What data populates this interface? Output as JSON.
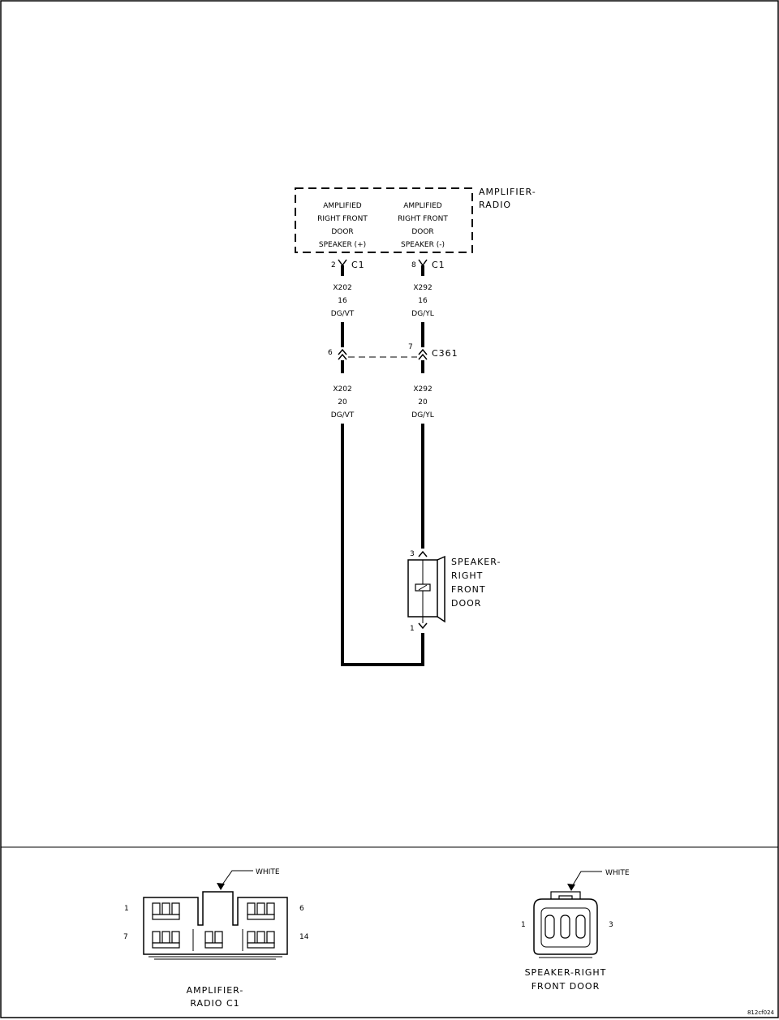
{
  "component": {
    "name_line1": "AMPLIFIER-",
    "name_line2": "RADIO",
    "pin_plus": [
      "AMPLIFIED",
      "RIGHT FRONT",
      "DOOR",
      "SPEAKER (+)"
    ],
    "pin_minus": [
      "AMPLIFIED",
      "RIGHT FRONT",
      "DOOR",
      "SPEAKER (-)"
    ]
  },
  "connector_c1": {
    "name": "C1",
    "pin_left": "2",
    "pin_right": "8"
  },
  "wires_upper": {
    "left": [
      "X202",
      "16",
      "DG/VT"
    ],
    "right": [
      "X292",
      "16",
      "DG/YL"
    ]
  },
  "inline_connector": {
    "name": "C361",
    "pin_left": "6",
    "pin_right": "7"
  },
  "wires_lower": {
    "left": [
      "X202",
      "20",
      "DG/VT"
    ],
    "right": [
      "X292",
      "20",
      "DG/YL"
    ]
  },
  "speaker": {
    "name": [
      "SPEAKER-",
      "RIGHT",
      "FRONT",
      "DOOR"
    ],
    "pin_top": "3",
    "pin_bottom": "1"
  },
  "views": {
    "amp_connector": {
      "color_label": "WHITE",
      "pin_1": "1",
      "pin_6": "6",
      "pin_7": "7",
      "pin_14": "14",
      "caption": [
        "AMPLIFIER-",
        "RADIO C1"
      ]
    },
    "speaker_connector": {
      "color_label": "WHITE",
      "pin_1": "1",
      "pin_3": "3",
      "caption": [
        "SPEAKER-RIGHT",
        "FRONT DOOR"
      ]
    }
  },
  "figure_id": "812cf024"
}
